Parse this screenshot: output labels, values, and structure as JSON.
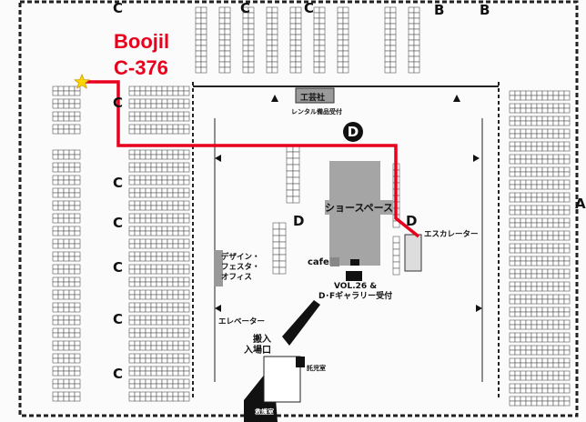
{
  "highlight": {
    "name": "Boojil",
    "booth": "C-376",
    "route_color": "#e8001c",
    "marker_color": "#ffd700"
  },
  "zones": {
    "c": "C",
    "b": "B",
    "d": "D",
    "a": "A"
  },
  "facilities": {
    "kogeisha": "工芸社",
    "rental": "レンタル備品受付",
    "showspace": "ショースペース",
    "escalator": "エスカレーター",
    "office": [
      "デザイン・",
      "フェスタ・",
      "オフィス"
    ],
    "cafe": "cafe",
    "reception": [
      "VOL.26 &",
      "D･Fギャラリー受付"
    ],
    "elevator": "エレベーター",
    "entrance": [
      "搬入",
      "入場口"
    ],
    "nursery": "託児室",
    "firstaid": "救護室"
  }
}
